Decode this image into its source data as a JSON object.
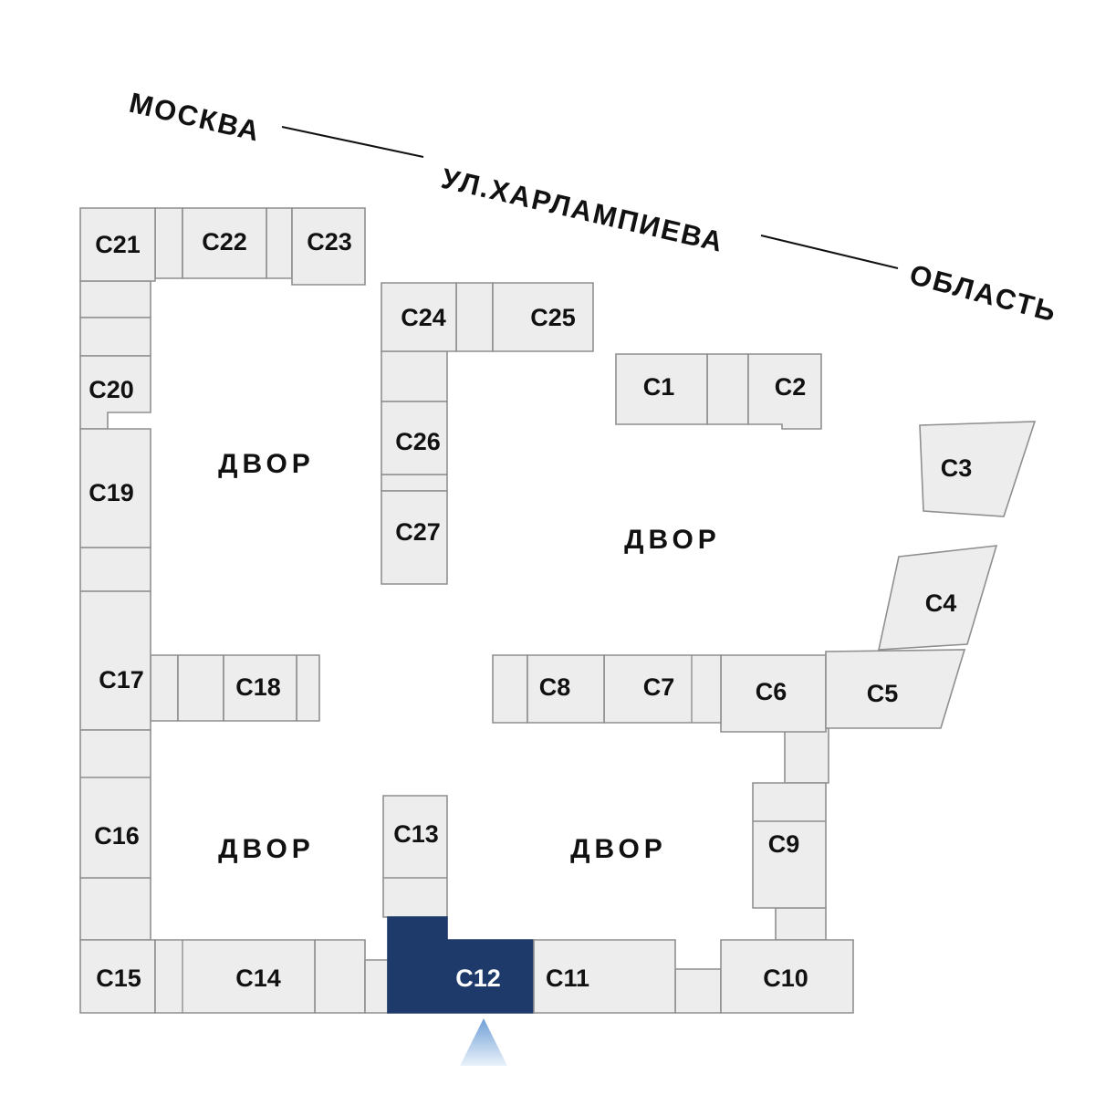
{
  "map": {
    "street_labels": {
      "moskva": "МОСКВА",
      "street": "УЛ.ХАРЛАМПИЕВА",
      "oblast": "ОБЛАСТЬ"
    },
    "courtyards": [
      "ДВОР",
      "ДВОР",
      "ДВОР",
      "ДВОР"
    ],
    "selected_building": "С12",
    "colors": {
      "building_fill": "#ededed",
      "building_stroke": "#8f8f8f",
      "selected_fill": "#1e3a6b",
      "selected_text": "#ffffff",
      "label_color": "#111111",
      "marker_top": "#6e9ed6",
      "marker_bottom": "#eaf2fa"
    },
    "buildings": {
      "c1": "С1",
      "c2": "С2",
      "c3": "С3",
      "c4": "С4",
      "c5": "С5",
      "c6": "С6",
      "c7": "С7",
      "c8": "С8",
      "c9": "С9",
      "c10": "С10",
      "c11": "С11",
      "c12": "С12",
      "c13": "С13",
      "c14": "С14",
      "c15": "С15",
      "c16": "С16",
      "c17": "С17",
      "c18": "С18",
      "c19": "С19",
      "c20": "С20",
      "c21": "С21",
      "c22": "С22",
      "c23": "С23",
      "c24": "С24",
      "c25": "С25",
      "c26": "С26",
      "c27": "С27"
    }
  }
}
